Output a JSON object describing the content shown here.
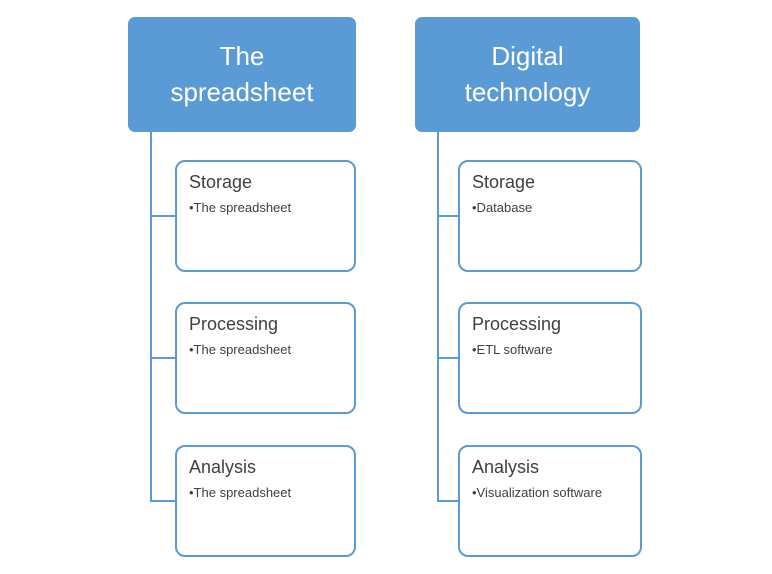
{
  "diagram": {
    "accent_color": "#5b9bd5",
    "text_color": "#404040",
    "columns": [
      {
        "header": "The\nspreadsheet",
        "items": [
          {
            "title": "Storage",
            "bullet": "•The spreadsheet"
          },
          {
            "title": "Processing",
            "bullet": "•The spreadsheet"
          },
          {
            "title": "Analysis",
            "bullet": "•The spreadsheet"
          }
        ]
      },
      {
        "header": "Digital\ntechnology",
        "items": [
          {
            "title": "Storage",
            "bullet": "•Database"
          },
          {
            "title": "Processing",
            "bullet": "•ETL software"
          },
          {
            "title": "Analysis",
            "bullet": "•Visualization software"
          }
        ]
      }
    ]
  }
}
